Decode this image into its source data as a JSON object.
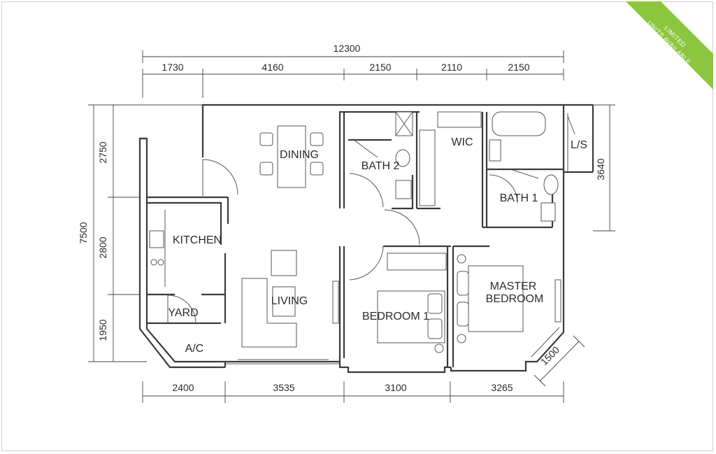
{
  "banner": {
    "line1": "LIMITED",
    "line2": "UNITS AVAILABLE",
    "color": "#8cc63f"
  },
  "dimensions": {
    "overall_width": "12300",
    "top": [
      "1730",
      "4160",
      "2150",
      "2110",
      "2150"
    ],
    "bottom": [
      "2400",
      "3535",
      "3100",
      "3265"
    ],
    "left_total": "7500",
    "left": [
      "2750",
      "2800",
      "1950"
    ],
    "right": "3640",
    "diagonal": "1500"
  },
  "rooms": {
    "dining": "DINING",
    "kitchen": "KITCHEN",
    "yard": "YARD",
    "ac": "A/C",
    "living": "LIVING",
    "bath2": "BATH 2",
    "wic": "WIC",
    "bath1": "BATH 1",
    "ls": "L/S",
    "bedroom1": "BEDROOM 1",
    "master_line1": "MASTER",
    "master_line2": "BEDROOM"
  }
}
